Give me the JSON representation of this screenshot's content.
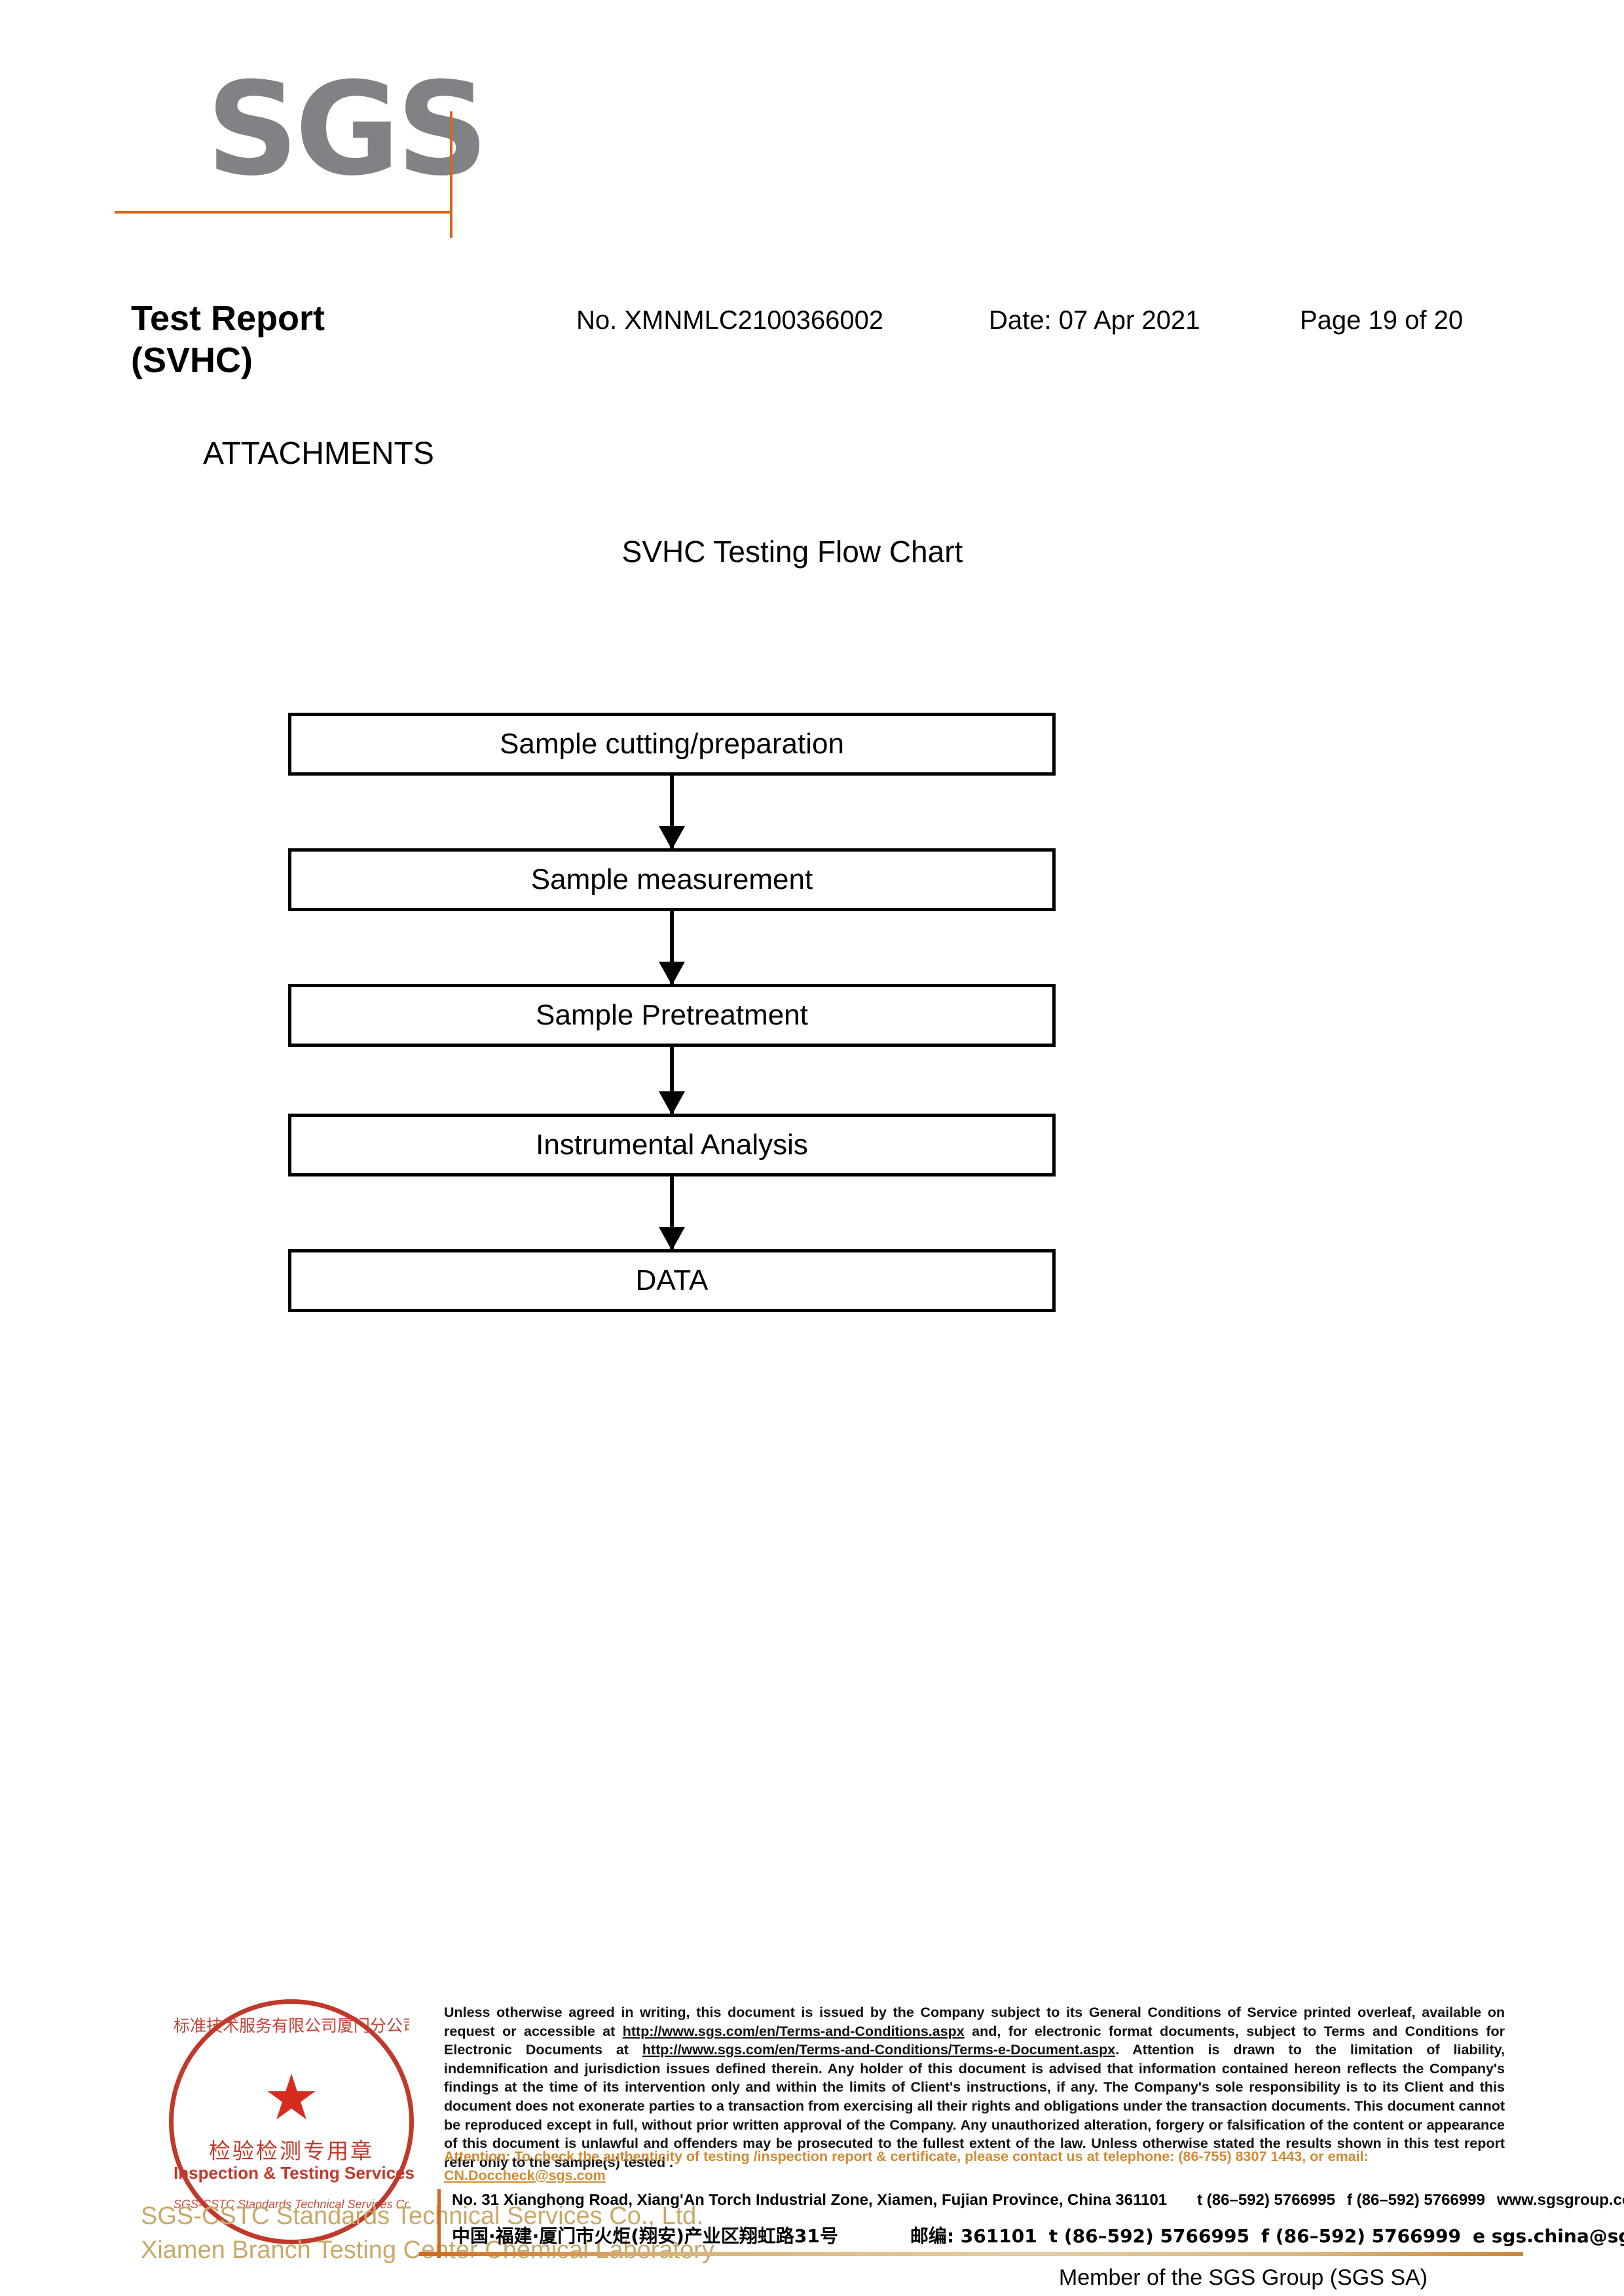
{
  "logo": {
    "wordmark": "SGS"
  },
  "header": {
    "title": "Test Report (SVHC)",
    "report_no": "No. XMNMLC2100366002",
    "date": "Date: 07 Apr 2021",
    "page": "Page 19 of 20"
  },
  "body": {
    "attachments_heading": "ATTACHMENTS",
    "flow_title": "SVHC Testing Flow Chart"
  },
  "chart_data": {
    "type": "diagram",
    "title": "SVHC Testing Flow Chart",
    "orientation": "vertical",
    "steps": [
      "Sample cutting/preparation",
      "Sample measurement",
      "Sample Pretreatment",
      "Instrumental Analysis",
      "DATA"
    ],
    "connectors": "single-headed downward arrows between consecutive steps"
  },
  "seal": {
    "arc_top": "标准技术服务有限公司厦门分公司",
    "star": "★",
    "cn_text": "检验检测专用章",
    "en_text": "Inspection & Testing Services",
    "arc_bottom": "SGS-CSTC Standards Technical Services Co., Ltd. Xiamen Branch",
    "color": "#c0392b"
  },
  "footer": {
    "company_line_1": "SGS-CSTC Standards Technical Services Co., Ltd.",
    "company_line_2": "Xiamen Branch Testing Center Chemical Laboratory",
    "disclaimer_part_1": "Unless otherwise agreed in writing, this document is issued by the Company subject to its General Conditions of Service printed overleaf, available on request or accessible at ",
    "disclaimer_url_1": "http://www.sgs.com/en/Terms-and-Conditions.aspx",
    "disclaimer_part_2": " and, for electronic format documents, subject to Terms and Conditions for Electronic Documents at ",
    "disclaimer_url_2": "http://www.sgs.com/en/Terms-and-Conditions/Terms-e-Document.aspx",
    "disclaimer_part_3": ". Attention is drawn to the limitation of liability, indemnification and jurisdiction issues defined therein. Any holder of this document is advised that information contained hereon reflects the Company's findings at the time of its intervention only and within the limits of Client's instructions, if any. The Company's sole responsibility is to its Client and this document does not exonerate parties to a transaction from exercising all their rights and obligations under the transaction documents. This document cannot be reproduced except in full, without prior written approval of the Company. Any unauthorized alteration, forgery or falsification of the content or appearance of this document is unlawful and offenders may be prosecuted to the fullest extent of the law. Unless otherwise stated the results shown in this test report refer only to the sample(s) tested .",
    "attention_part_1": "Attention: To check the authenticity of testing /inspection report & certificate, please contact us at telephone: (86-755) 8307 1443, or email: ",
    "attention_email": "CN.Doccheck@sgs.com",
    "address_en": "No. 31 Xianghong Road, Xiang'An Torch Industrial Zone, Xiamen, Fujian Province, China  361101",
    "address_en_tel": "t (86–592) 5766995",
    "address_en_fax": "f (86–592) 5766999",
    "address_en_web": "www.sgsgroup.com.cn",
    "address_cn": "中国·福建·厦门市火炬(翔安)产业区翔虹路31号",
    "address_cn_zip": "邮编: 361101",
    "address_cn_tel": "t (86–592) 5766995",
    "address_cn_fax": "f (86–592) 5766999",
    "address_cn_email": "e  sgs.china@sgs.com",
    "member_line": "Member of the SGS Group (SGS SA)"
  },
  "colors": {
    "accent_orange": "#d2691e",
    "seal_red": "#c0392b",
    "attention_orange": "#d08a34",
    "company_tan": "#c8a96a",
    "logo_gray": "#808285"
  }
}
